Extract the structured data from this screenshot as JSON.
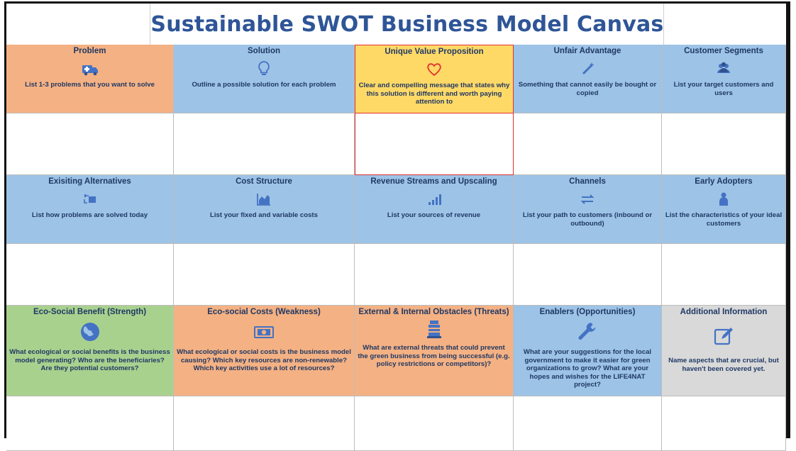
{
  "title": "Sustainable SWOT Business Model Canvas",
  "colors": {
    "title": "#2e5597",
    "orange": "#f4b183",
    "blue": "#9dc3e6",
    "yellow": "#ffd966",
    "green": "#a9d18e",
    "gray": "#d9d9d9",
    "icon": "#4472c4"
  },
  "rows": [
    [
      {
        "title": "Problem",
        "desc": "List 1-3 problems that you want to solve",
        "icon": "ambulance-icon"
      },
      {
        "title": "Solution",
        "desc": "Outline a possible solution for each problem",
        "icon": "lightbulb-icon"
      },
      {
        "title": "Unique Value Proposition",
        "desc": "Clear and compelling message that states why this solution is different and worth paying attention to",
        "icon": "heart-icon"
      },
      {
        "title": "Unfair Advantage",
        "desc": "Something that cannot easily be bought or copied",
        "icon": "magic-wand-icon"
      },
      {
        "title": "Customer Segments",
        "desc": "List your target customers and users",
        "icon": "users-icon"
      }
    ],
    [
      {
        "title": "Exisiting Alternatives",
        "desc": "List how problems are solved today",
        "icon": "transfer-icon"
      },
      {
        "title": "Cost Structure",
        "desc": "List your fixed and variable costs",
        "icon": "area-chart-icon"
      },
      {
        "title": "Revenue Streams and Upscaling",
        "desc": "List your sources of revenue",
        "icon": "bar-chart-icon"
      },
      {
        "title": "Channels",
        "desc": "List your path to customers (inbound or outbound)",
        "icon": "exchange-arrows-icon"
      },
      {
        "title": "Early Adopters",
        "desc": "List the characteristics of your ideal customers",
        "icon": "person-icon"
      }
    ],
    [
      {
        "title": "Eco-Social Benefit (Strength)",
        "desc": "What ecological or social benefits is the business model generating? Who are the beneficiaries? Are they potential customers?",
        "icon": "globe-icon"
      },
      {
        "title": "Eco-social Costs (Weakness)",
        "desc": "What ecological or social costs is the business model causing? Which key resources are non-renewable? Which key activities use a lot of resources?",
        "icon": "money-icon"
      },
      {
        "title": "External & Internal Obstacles (Threats)",
        "desc": "What are external threats that could prevent the green business from being successful (e.g. policy restrictions or competitors)?",
        "icon": "roadblock-icon"
      },
      {
        "title": "Enablers (Opportunities)",
        "desc": "What are your suggestions for the local government to make it easier for green organizations to grow? What are your hopes and wishes for the LIFE4NAT project?",
        "icon": "wrench-icon"
      },
      {
        "title": "Additional Information",
        "desc": "Name aspects that are crucial, but haven't been covered yet.",
        "icon": "edit-icon"
      }
    ]
  ]
}
